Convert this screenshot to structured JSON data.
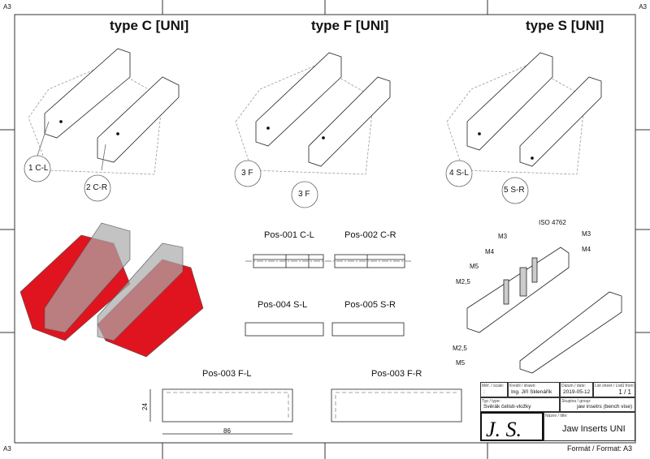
{
  "sheet_size_label": "A3",
  "headings": {
    "type_c": "type C [UNI]",
    "type_f": "type F [UNI]",
    "type_s": "type S [UNI]"
  },
  "callouts": {
    "c_l": "1 C-L",
    "c_r": "2 C-R",
    "f_1": "3 F",
    "f_2": "3 F",
    "s_l": "4 S-L",
    "s_r": "5 S-R"
  },
  "positions": {
    "pos001": "Pos-001 C-L",
    "pos002": "Pos-002 C-R",
    "pos004": "Pos-004 S-L",
    "pos005": "Pos-005 S-R",
    "pos003_l": "Pos-003 F-L",
    "pos003_r": "Pos-003 F-R"
  },
  "dimensions": {
    "height": "24",
    "width": "86"
  },
  "screws": {
    "standard": "ISO 4762",
    "labels": [
      "M3",
      "M4",
      "M5",
      "M2,5",
      "M3",
      "M4",
      "M2,5",
      "M5"
    ]
  },
  "title_block": {
    "scale_caption": "Měř. / scale:",
    "scale_value": ":",
    "drawn_caption": "Kreslil / drawn:",
    "drawn_value": "Ing. Jiří Sklenářík",
    "date_caption": "Datum / date:",
    "date_value": "2019-05-12",
    "sheet_caption": "List sheet / Listů from:",
    "sheet_value": "1 / 1",
    "type_caption": "Typ / type:",
    "type_value": "Svěrák čelisti-vložky",
    "group_caption": "Skupina / group:",
    "group_value": "jaw insetrs  (bench vise)",
    "name_caption": "Název / title:",
    "name_value": "Jaw Inserts UNI",
    "signature": "J. S.",
    "format": "Formát / Format: A3"
  },
  "colors": {
    "red": "#e0141e",
    "gray": "#888888",
    "line": "#222222"
  }
}
